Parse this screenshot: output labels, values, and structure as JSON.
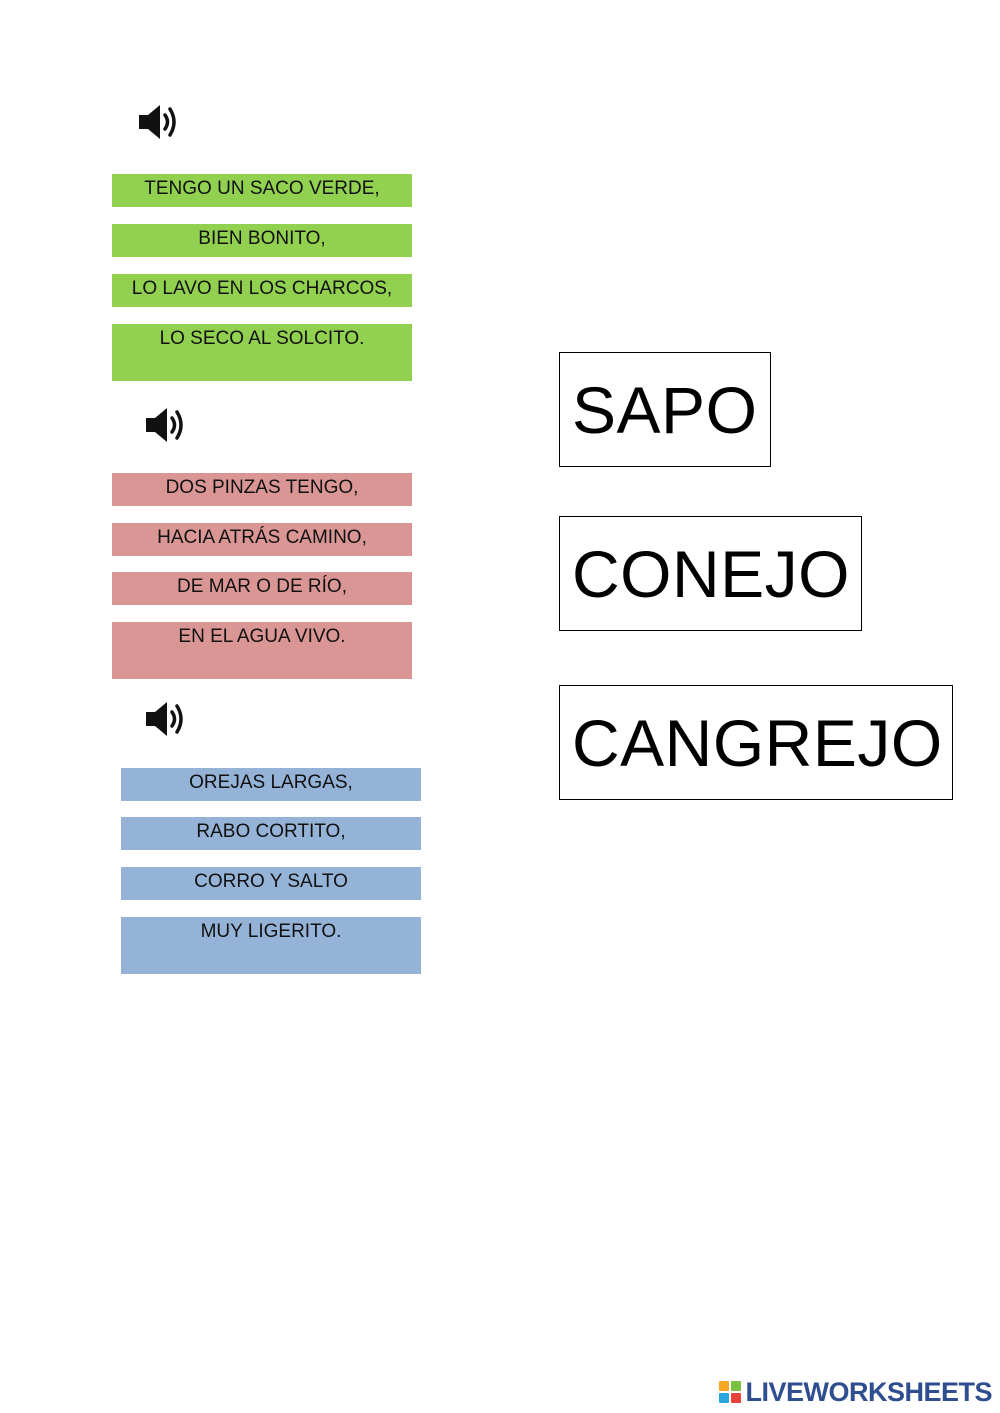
{
  "riddles": [
    {
      "audio_icon": "speaker-icon",
      "color": "#92d050",
      "lines": [
        "TENGO UN SACO VERDE,",
        "BIEN BONITO,",
        "LO LAVO EN LOS CHARCOS,",
        "LO SECO AL SOLCITO."
      ]
    },
    {
      "audio_icon": "speaker-icon",
      "color": "#d99694",
      "lines": [
        "DOS PINZAS TENGO,",
        "HACIA ATRÁS CAMINO,",
        "DE MAR O DE RÍO,",
        "EN EL AGUA VIVO."
      ]
    },
    {
      "audio_icon": "speaker-icon",
      "color": "#95b3d7",
      "lines": [
        "OREJAS LARGAS,",
        "RABO CORTITO,",
        "CORRO Y SALTO",
        "MUY LIGERITO."
      ]
    }
  ],
  "answers": [
    "SAPO",
    "CONEJO",
    "CANGREJO"
  ],
  "footer": {
    "brand": "LIVEWORKSHEETS",
    "logo_colors": [
      "#f6a623",
      "#7ac043",
      "#2aa6df",
      "#e8413c"
    ]
  }
}
